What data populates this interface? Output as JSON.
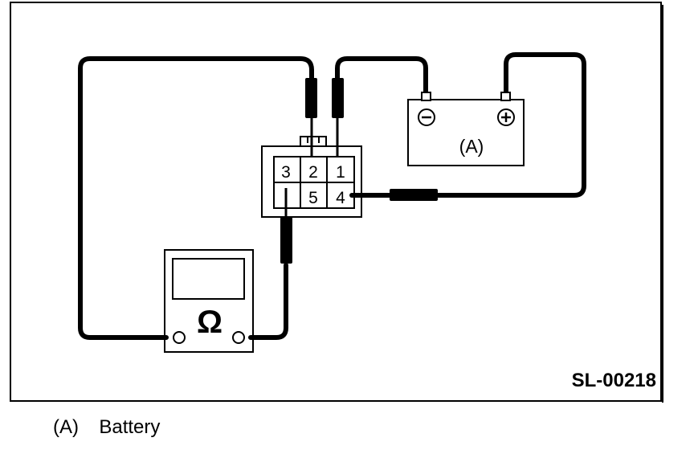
{
  "connector": {
    "terminals": [
      "3",
      "2",
      "1",
      "",
      "5",
      "4"
    ]
  },
  "battery": {
    "label": "(A)",
    "negative_symbol": "⊖",
    "positive_symbol": "⊕"
  },
  "ohmmeter": {
    "symbol": "Ω"
  },
  "figure_code": "SL-00218",
  "legend": {
    "key": "(A)",
    "text": "Battery"
  }
}
